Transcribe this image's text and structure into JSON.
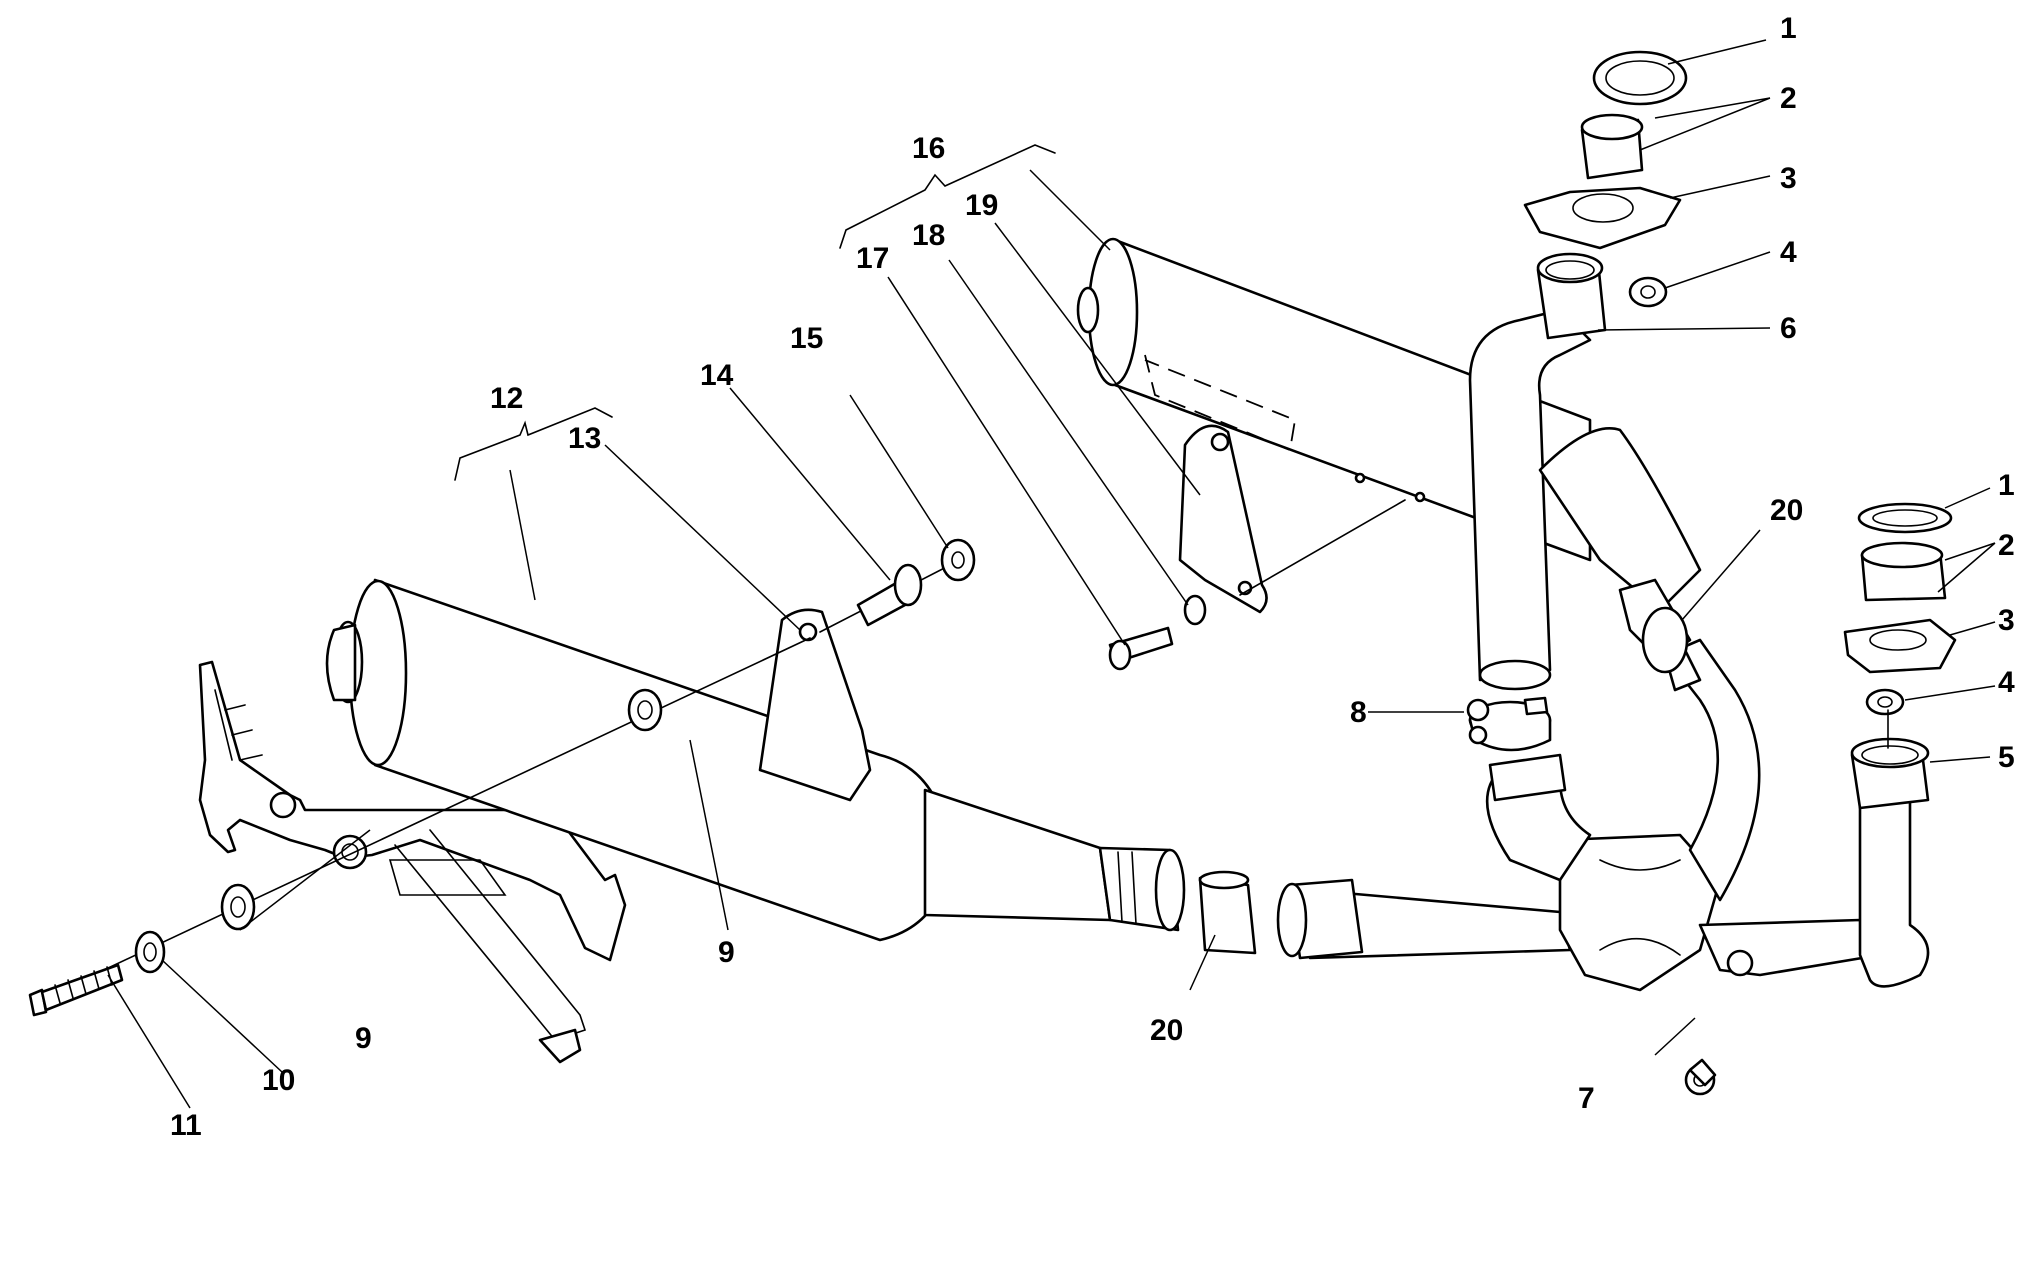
{
  "labels": {
    "1": "1",
    "2": "2",
    "3": "3",
    "4": "4",
    "5": "5",
    "6": "6",
    "7": "7",
    "8": "8",
    "9": "9",
    "10": "10",
    "11": "11",
    "12": "12",
    "13": "13",
    "14": "14",
    "15": "15",
    "16": "16",
    "17": "17",
    "18": "18",
    "19": "19",
    "20": "20"
  }
}
